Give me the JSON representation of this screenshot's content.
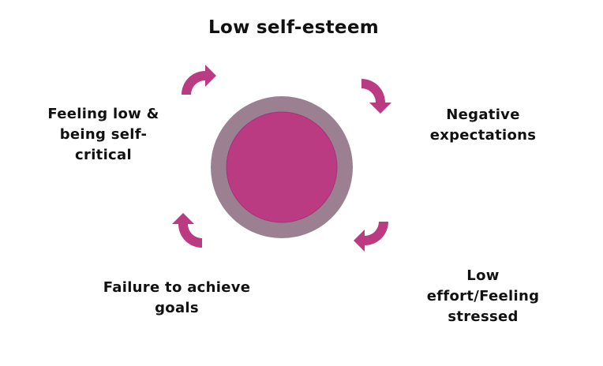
{
  "title": "Low self-esteem",
  "cycle_steps": [
    {
      "lines": [
        "Negative",
        "expectations"
      ]
    },
    {
      "lines": [
        "Low",
        "effort/Feeling",
        "stressed"
      ]
    },
    {
      "lines": [
        "Failure to achieve",
        "goals"
      ]
    },
    {
      "lines": [
        "Feeling low &",
        "being self-",
        "critical"
      ]
    }
  ],
  "colors": {
    "arrow": "#bb3b83",
    "outer_ring": "#9a8090",
    "inner_circle": "#bb3b83",
    "text": "#111111"
  }
}
